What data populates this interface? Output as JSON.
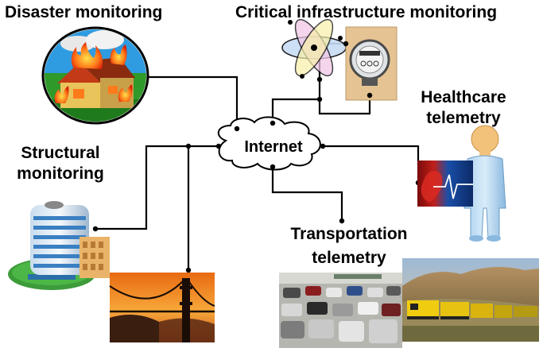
{
  "labels": {
    "disaster": "Disaster monitoring",
    "critical": "Critical infrastructure monitoring",
    "healthcare_line1": "Healthcare",
    "healthcare_line2": "telemetry",
    "structural_line1": "Structural",
    "structural_line2": "monitoring",
    "transport_line1": "Transportation",
    "transport_line2": "telemetry",
    "internet": "Internet"
  },
  "colors": {
    "wire": "#000000",
    "cloud_fill": "#ffffff",
    "node_dot": "#000000"
  },
  "icons": [
    "burning-house-icon",
    "atom-icon",
    "electric-meter-icon",
    "person-icon",
    "heart-monitor-icon",
    "office-building-icon",
    "golden-gate-bridge-icon",
    "highway-traffic-icon",
    "freight-train-icon"
  ]
}
